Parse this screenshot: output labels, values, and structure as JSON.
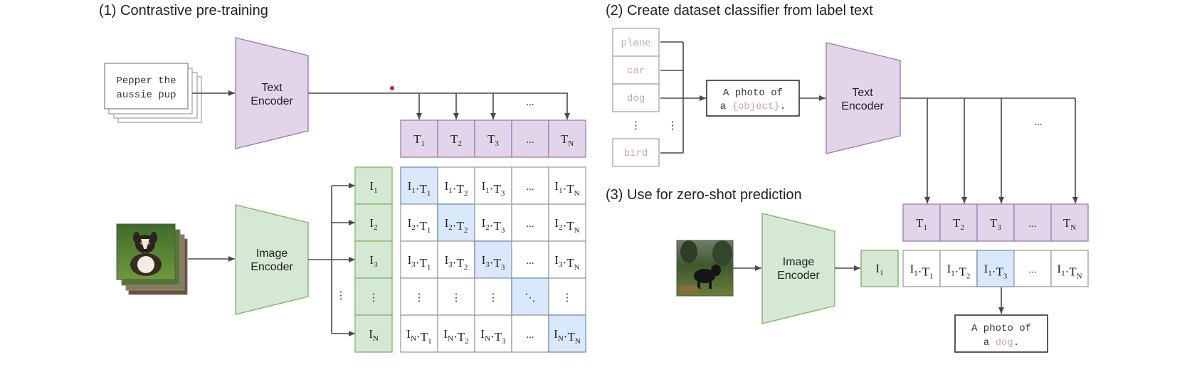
{
  "section1": {
    "title": "(1) Contrastive pre-training"
  },
  "section2": {
    "title": "(2) Create dataset classifier from label text"
  },
  "section3": {
    "title": "(3) Use for zero-shot prediction"
  },
  "encoders": {
    "text": "Text Encoder",
    "image": "Image Encoder"
  },
  "pretrain": {
    "caption_lines": [
      "Pepper the",
      "aussie pup"
    ],
    "text_tokens": [
      "T1",
      "T2",
      "T3",
      "...",
      "TN"
    ],
    "image_tokens": [
      "I1",
      "I2",
      "I3",
      "⋮",
      "IN"
    ],
    "ellipsis": "...",
    "vdots": "⋮",
    "ddots": "⋱"
  },
  "classifier": {
    "labels": [
      "plane",
      "car",
      "dog",
      "⋮",
      "bird"
    ],
    "template_prefix": "A photo of",
    "template_a": "a ",
    "template_object": "{object}",
    "template_period": ".",
    "ellipsis": "..."
  },
  "zeroshot": {
    "image_token": "I1",
    "text_tokens": [
      "T1",
      "T2",
      "T3",
      "...",
      "TN"
    ],
    "score_cells": [
      "I1·T1",
      "I1·T2",
      "I1·T3",
      "...",
      "I1·TN"
    ],
    "highlight_index": 2,
    "result_prefix": "A photo of",
    "result_a": "a ",
    "result_word": "dog",
    "result_period": "."
  },
  "colors": {
    "text_fill": "#e2d4e9",
    "text_stroke": "#9a7eb0",
    "image_fill": "#d5e8d4",
    "image_stroke": "#82b366",
    "highlight_fill": "#dae8fc",
    "highlight_stroke": "#6c8ebf",
    "cell_stroke": "#9e9e9e",
    "label_text": "#c9a4ac",
    "stray_dot": "#cc2222"
  },
  "icons": {
    "photo_puppy": "puppy-photo",
    "photo_dog": "dog-photo"
  }
}
